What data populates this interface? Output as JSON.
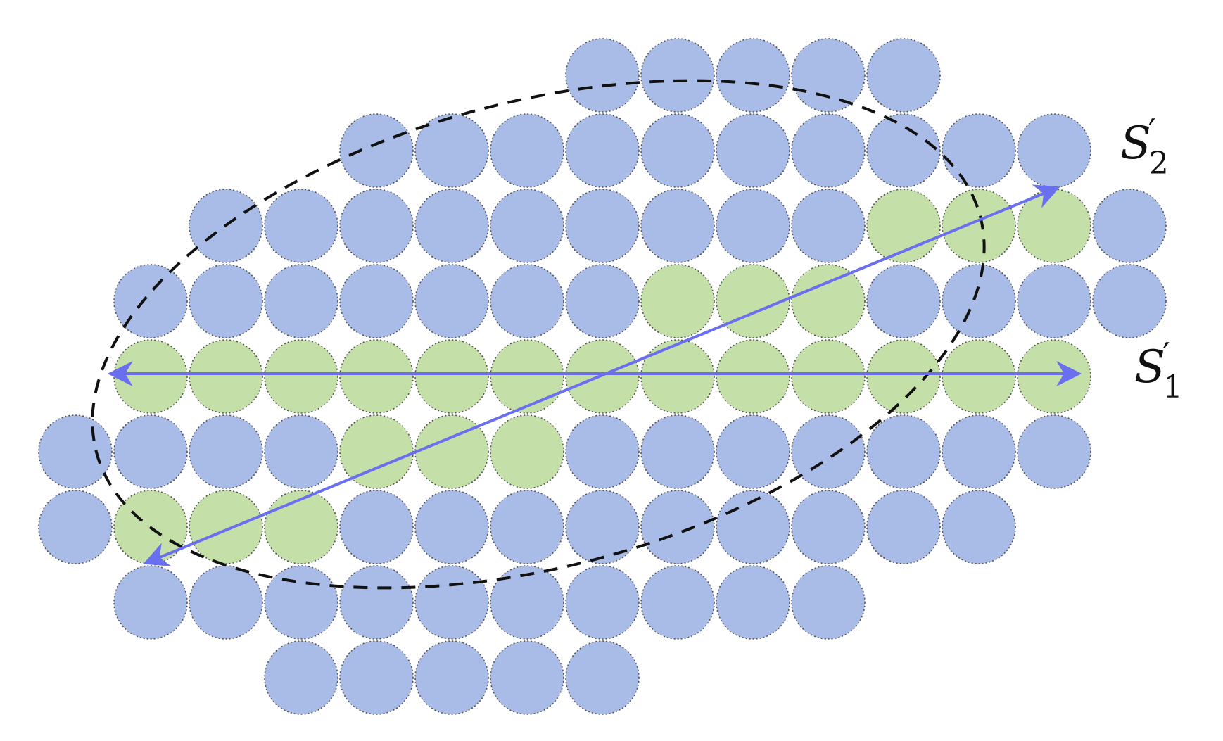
{
  "colors": {
    "disk_default": "#a9bbe7",
    "disk_highlight": "#c4e0a8",
    "disk_outline": "#555555",
    "boundary_ellipse": "#111111",
    "arrow": "#6a6ff0"
  },
  "diagram": {
    "rows": [
      {
        "row": 0,
        "cols": [
          7,
          8,
          9,
          10,
          11
        ],
        "highlight": []
      },
      {
        "row": 1,
        "cols": [
          4,
          5,
          6,
          7,
          8,
          9,
          10,
          11,
          12,
          13
        ],
        "highlight": []
      },
      {
        "row": 2,
        "cols": [
          2,
          3,
          4,
          5,
          6,
          7,
          8,
          9,
          10,
          11,
          12,
          13,
          14
        ],
        "highlight": [
          11,
          12,
          13
        ]
      },
      {
        "row": 3,
        "cols": [
          1,
          2,
          3,
          4,
          5,
          6,
          7,
          8,
          9,
          10,
          11,
          12,
          13,
          14
        ],
        "highlight": [
          8,
          9,
          10
        ]
      },
      {
        "row": 4,
        "cols": [
          1,
          2,
          3,
          4,
          5,
          6,
          7,
          8,
          9,
          10,
          11,
          12,
          13
        ],
        "highlight": [
          1,
          2,
          3,
          4,
          5,
          6,
          7,
          8,
          9,
          10,
          11,
          12,
          13
        ]
      },
      {
        "row": 5,
        "cols": [
          0,
          1,
          2,
          3,
          4,
          5,
          6,
          7,
          8,
          9,
          10,
          11,
          12,
          13
        ],
        "highlight": [
          4,
          5,
          6
        ]
      },
      {
        "row": 6,
        "cols": [
          0,
          1,
          2,
          3,
          4,
          5,
          6,
          7,
          8,
          9,
          10,
          11,
          12
        ],
        "highlight": [
          1,
          2,
          3
        ]
      },
      {
        "row": 7,
        "cols": [
          1,
          2,
          3,
          4,
          5,
          6,
          7,
          8,
          9,
          10
        ],
        "highlight": []
      },
      {
        "row": 8,
        "cols": [
          3,
          4,
          5,
          6,
          7
        ],
        "highlight": []
      }
    ],
    "labels": {
      "s2": {
        "letter": "S",
        "prime": "′",
        "sub": "2"
      },
      "s1": {
        "letter": "S",
        "prime": "′",
        "sub": "1"
      }
    }
  }
}
